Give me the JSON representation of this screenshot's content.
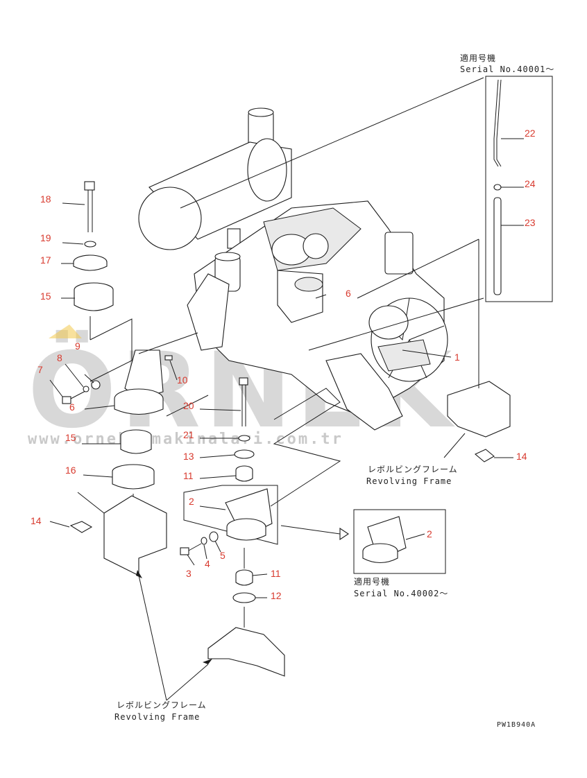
{
  "watermark": {
    "brand": "ÖRNEK",
    "url": "www.ornekismakinalari.com.tr"
  },
  "serial_notes": {
    "top_jp": "適用号機",
    "top_serial": "Serial No.40001～",
    "bottom_jp": "適用号機",
    "bottom_serial": "Serial No.40002～"
  },
  "frame_labels": {
    "right_jp": "レボルビングフレーム",
    "right_en": "Revolving Frame",
    "bottom_jp": "レボルビングフレーム",
    "bottom_en": "Revolving Frame"
  },
  "drawing_code": "PW1B940A",
  "callouts": {
    "c1": "1",
    "c2a": "2",
    "c2b": "2",
    "c3": "3",
    "c4": "4",
    "c5": "5",
    "c6a": "6",
    "c6b": "6",
    "c7": "7",
    "c8": "8",
    "c9": "9",
    "c10": "10",
    "c11a": "11",
    "c11b": "11",
    "c12": "12",
    "c13": "13",
    "c14a": "14",
    "c14b": "14",
    "c15a": "15",
    "c15b": "15",
    "c16": "16",
    "c17": "17",
    "c18": "18",
    "c19": "19",
    "c20": "20",
    "c21": "21",
    "c22": "22",
    "c23": "23",
    "c24": "24"
  },
  "colors": {
    "callout": "#d83a2e",
    "line": "#1a1a1a",
    "watermark": "#d8d8d8",
    "watermark_accent": "#f2c94c"
  }
}
